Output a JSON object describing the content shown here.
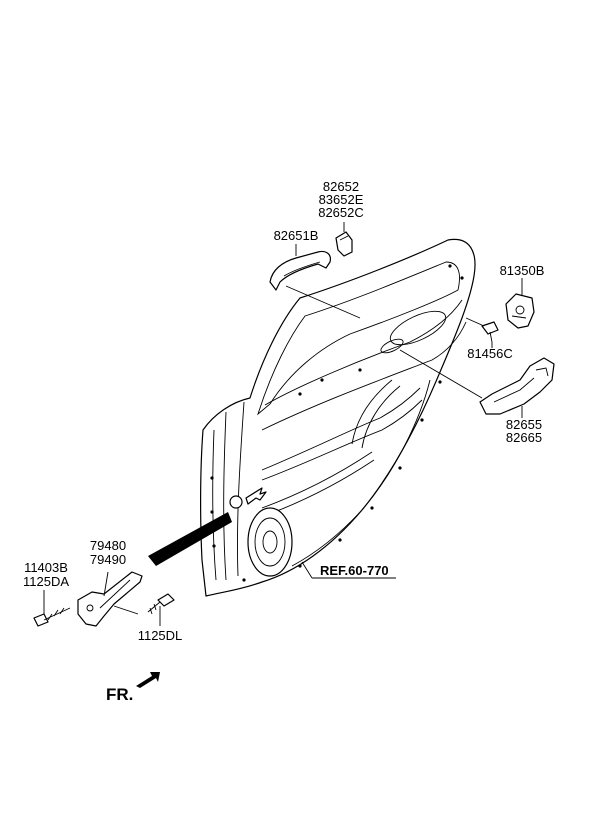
{
  "diagram": {
    "labels": {
      "p82652": "82652",
      "p83652e": "83652E",
      "p82652c": "82652C",
      "p82651b": "82651B",
      "p81350b": "81350B",
      "p81456c": "81456C",
      "p82655": "82655",
      "p82665": "82665",
      "p79480": "79480",
      "p79490": "79490",
      "p11403b": "11403B",
      "p1125da": "1125DA",
      "p1125dl": "1125DL",
      "ref": "REF.60-770",
      "front": "FR."
    }
  }
}
